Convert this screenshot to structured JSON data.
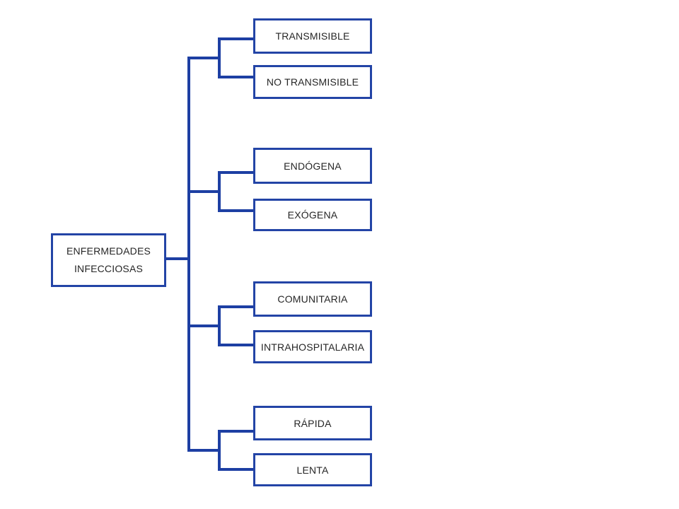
{
  "diagram": {
    "root": {
      "label": "ENFERMEDADES INFECCIOSAS"
    },
    "groups": [
      {
        "items": [
          "TRANSMISIBLE",
          "NO TRANSMISIBLE"
        ]
      },
      {
        "items": [
          "ENDÓGENA",
          "EXÓGENA"
        ]
      },
      {
        "items": [
          "COMUNITARIA",
          "INTRAHOSPITALARIA"
        ]
      },
      {
        "items": [
          "RÁPIDA",
          "LENTA"
        ]
      }
    ],
    "colors": {
      "box_border": "#2344a6",
      "connector": "#1d3fa3",
      "text": "#262626",
      "background": "#ffffff"
    }
  }
}
